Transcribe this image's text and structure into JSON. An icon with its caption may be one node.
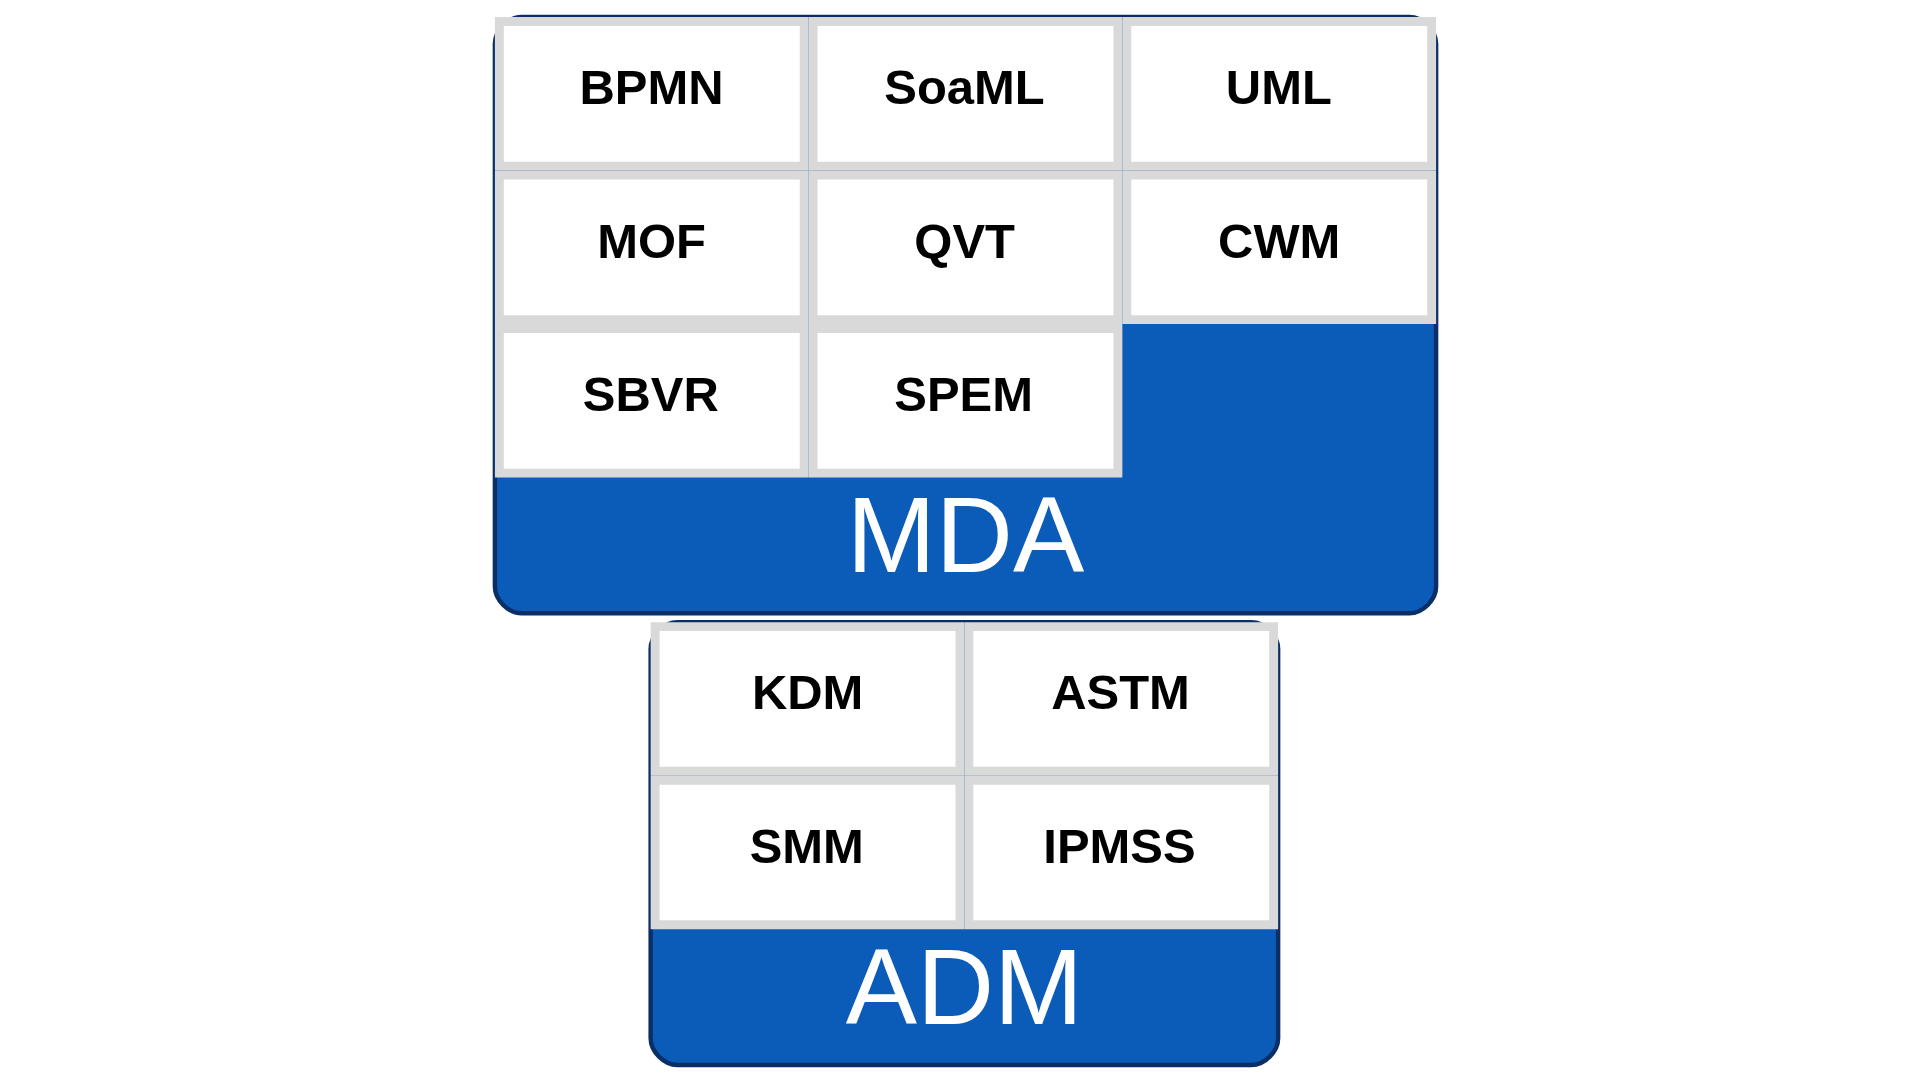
{
  "diagram": {
    "nodes": [
      {
        "text": [
          "MDA"
        ]
      },
      {
        "text": [
          "BPMN"
        ],
        "in": 0
      },
      {
        "text": [
          "MOF"
        ],
        "in": 0
      },
      {
        "text": [
          "SBVR"
        ],
        "in": 0
      },
      {
        "text": [
          "SoaML"
        ],
        "in": 0
      },
      {
        "text": [
          "QVT"
        ],
        "in": 0
      },
      {
        "text": [
          "SPEM"
        ],
        "in": 0
      },
      {
        "text": [
          "UML"
        ],
        "in": 0
      },
      {
        "text": [
          "CWM"
        ],
        "in": 0
      },
      {
        "text": [
          "ADM"
        ]
      },
      {
        "text": [
          "KDM"
        ],
        "in": 9
      },
      {
        "text": [
          "SMM"
        ],
        "in": 9
      },
      {
        "text": [
          "ASTM"
        ],
        "in": 9
      },
      {
        "text": [
          "IPMSS"
        ],
        "in": 9
      }
    ]
  }
}
